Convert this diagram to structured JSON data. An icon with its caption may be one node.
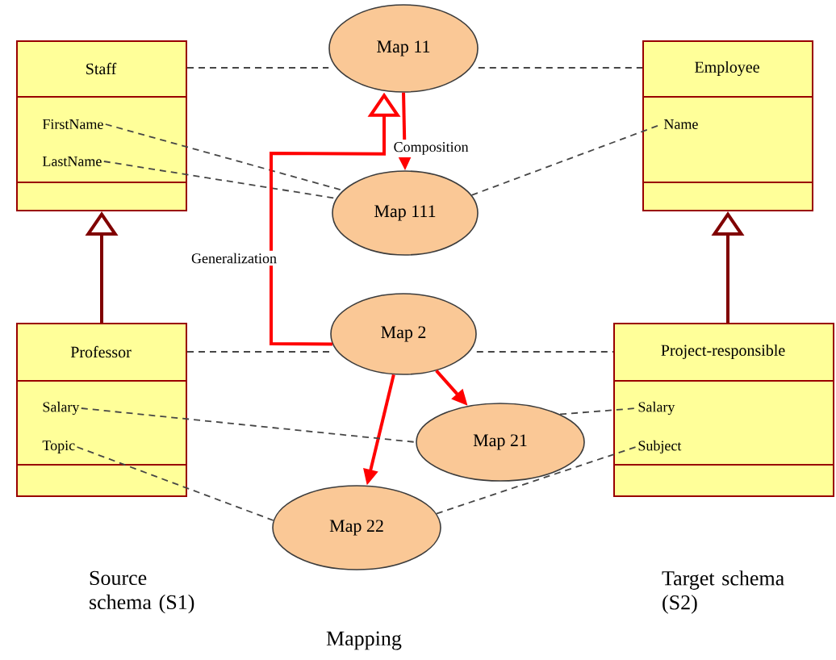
{
  "diagram": {
    "nodes": [
      {
        "text": [
          "Staff"
        ]
      },
      {
        "text": [
          "FirstName"
        ],
        "in": 0
      },
      {
        "text": [
          "LastName"
        ],
        "in": 0
      },
      {
        "text": [
          "Employee"
        ]
      },
      {
        "text": [
          "Name"
        ],
        "in": 3
      },
      {
        "text": [
          "Professor"
        ]
      },
      {
        "text": [
          "Salary"
        ],
        "in": 5
      },
      {
        "text": [
          "Topic"
        ],
        "in": 5
      },
      {
        "text": [
          "Project-responsible"
        ]
      },
      {
        "text": [
          "Salary"
        ],
        "in": 8
      },
      {
        "text": [
          "Subject"
        ],
        "in": 8
      },
      {
        "text": [
          "Map 11"
        ]
      },
      {
        "text": [
          "Map 111"
        ]
      },
      {
        "text": [
          "Map 2"
        ]
      },
      {
        "text": [
          "Map 21"
        ]
      },
      {
        "text": [
          "Map 22"
        ]
      }
    ],
    "edges": [
      {
        "from": 5,
        "to": 0,
        "arrow": "to",
        "color": "#800000"
      },
      {
        "from": 8,
        "to": 3,
        "arrow": "to",
        "color": "#800000"
      },
      {
        "from": 0,
        "to": 11,
        "arrow": "none",
        "style": "dashed"
      },
      {
        "from": 11,
        "to": 3,
        "arrow": "none",
        "style": "dashed"
      },
      {
        "from": 1,
        "to": 12,
        "arrow": "none",
        "style": "dashed"
      },
      {
        "from": 2,
        "to": 12,
        "arrow": "none",
        "style": "dashed"
      },
      {
        "from": 12,
        "to": 4,
        "arrow": "none",
        "style": "dashed"
      },
      {
        "from": 11,
        "to": 12,
        "arrow": "to",
        "color": "#ff0000",
        "label": "Composition"
      },
      {
        "from": 13,
        "to": 11,
        "arrow": "to",
        "color": "#ff0000",
        "label": "Generalization"
      },
      {
        "from": 5,
        "to": 13,
        "arrow": "none",
        "style": "dashed"
      },
      {
        "from": 13,
        "to": 8,
        "arrow": "none",
        "style": "dashed"
      },
      {
        "from": 13,
        "to": 14,
        "arrow": "to",
        "color": "#ff0000"
      },
      {
        "from": 13,
        "to": 15,
        "arrow": "to",
        "color": "#ff0000"
      },
      {
        "from": 6,
        "to": 14,
        "arrow": "none",
        "style": "dashed"
      },
      {
        "from": 14,
        "to": 9,
        "arrow": "none",
        "style": "dashed"
      },
      {
        "from": 7,
        "to": 15,
        "arrow": "none",
        "style": "dashed"
      },
      {
        "from": 15,
        "to": 10,
        "arrow": "none",
        "style": "dashed"
      }
    ],
    "labels": [
      "Source schema (S1)",
      "Target schema (S2)",
      "Mapping"
    ]
  }
}
